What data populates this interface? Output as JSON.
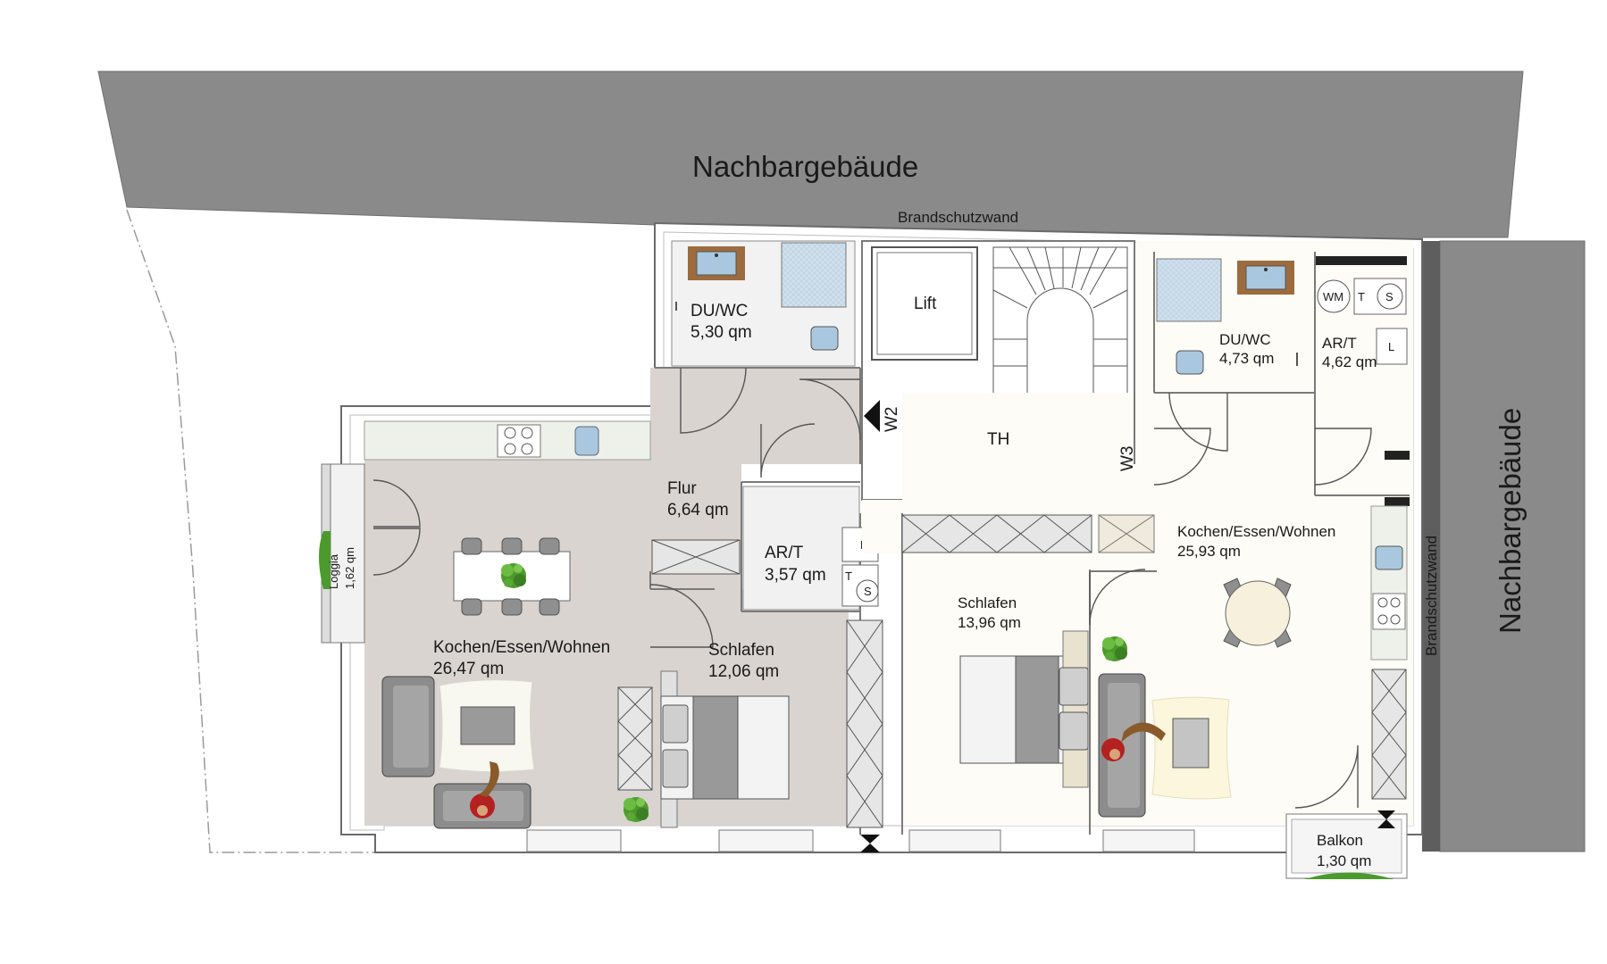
{
  "neighbor_top": "Nachbargebäude",
  "neighbor_right": "Nachbargebäude",
  "firewall_top": "Brandschutzwand",
  "firewall_right": "Brandschutzwand",
  "core": {
    "lift": "Lift",
    "hall": "TH",
    "w2": "W2",
    "w3": "W3"
  },
  "left_unit": {
    "bath": {
      "name": "DU/WC",
      "area": "5,30 qm"
    },
    "hall": {
      "name": "Flur",
      "area": "6,64 qm"
    },
    "store": {
      "name": "AR/T",
      "area": "3,57 qm"
    },
    "living": {
      "name": "Kochen/Essen/Wohnen",
      "area": "26,47 qm"
    },
    "bed": {
      "name": "Schlafen",
      "area": "12,06 qm"
    },
    "loggia": {
      "name": "Loggia",
      "area": "1,62 qm"
    },
    "appliances": {
      "l": "L",
      "t": "T",
      "s": "S"
    }
  },
  "right_unit": {
    "bath": {
      "name": "DU/WC",
      "area": "4,73 qm"
    },
    "store": {
      "name": "AR/T",
      "area": "4,62 qm"
    },
    "living": {
      "name": "Kochen/Essen/Wohnen",
      "area": "25,93 qm"
    },
    "bed": {
      "name": "Schlafen",
      "area": "13,96 qm"
    },
    "balcony": {
      "name": "Balkon",
      "area": "1,30 qm"
    },
    "appliances": {
      "wm": "WM",
      "t": "T",
      "s": "S",
      "l": "L"
    }
  },
  "colors": {
    "neighbor": "#8a8a8a",
    "wall": "#ffffff",
    "wall_stroke": "#6a6a6a",
    "grey_floor": "#d9d4d0",
    "light_floor": "#fdfcf6",
    "counter": "#eef1ea",
    "plant": "#4c9a2e"
  }
}
